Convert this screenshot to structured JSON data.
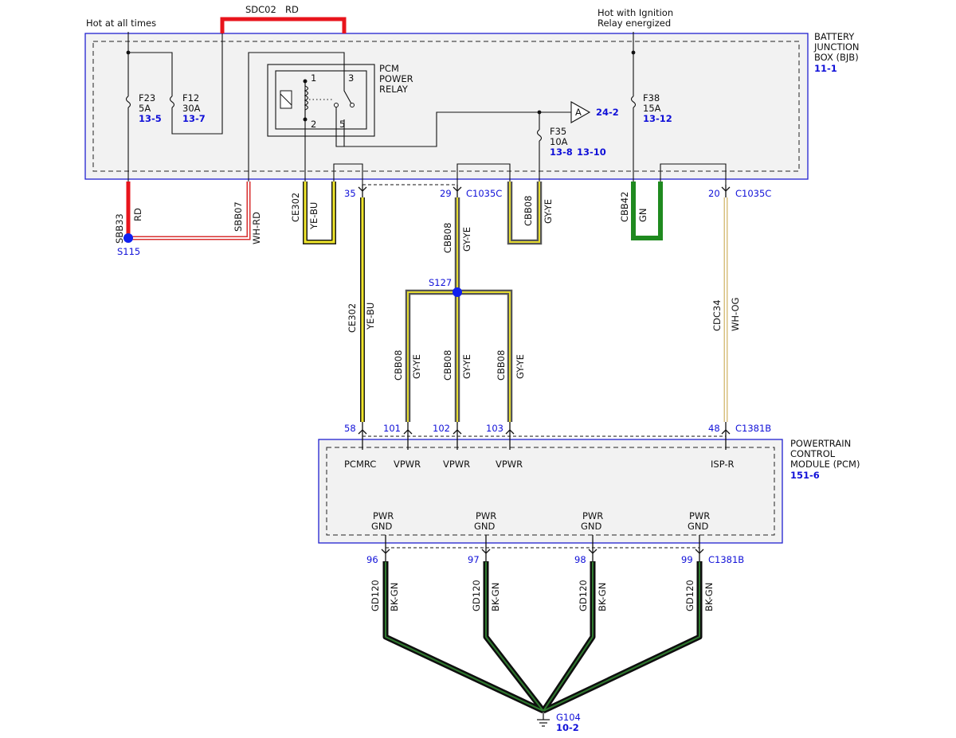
{
  "notes": {
    "hot_at_all_times": "Hot at all times",
    "hot_ignition_line1": "Hot with Ignition",
    "hot_ignition_line2": "Relay energized",
    "top_circuit": "SDC02",
    "top_circuit_color": "RD"
  },
  "bjb": {
    "title_lines": [
      "BATTERY",
      "JUNCTION",
      "BOX (BJB)"
    ],
    "ref": "11-1",
    "fuses": [
      {
        "name": "F23",
        "rating": "5A",
        "refs": [
          "13-5"
        ]
      },
      {
        "name": "F12",
        "rating": "30A",
        "refs": [
          "13-7"
        ]
      },
      {
        "name": "F38",
        "rating": "15A",
        "refs": [
          "13-12"
        ]
      },
      {
        "name": "F35",
        "rating": "10A",
        "refs": [
          "13-8",
          "13-10"
        ]
      }
    ],
    "relay": {
      "title_lines": [
        "PCM",
        "POWER",
        "RELAY"
      ],
      "pins": [
        "1",
        "2",
        "3",
        "5"
      ]
    },
    "offpage": {
      "label": "A",
      "ref": "24-2"
    }
  },
  "pcm": {
    "title_lines": [
      "POWERTRAIN",
      "CONTROL",
      "MODULE (PCM)"
    ],
    "ref": "151-6",
    "signals": [
      "PCMRC",
      "VPWR",
      "VPWR",
      "VPWR",
      "ISP-R"
    ],
    "gnd_line1": "PWR",
    "gnd_line2": "GND"
  },
  "connectors": {
    "bjb_pins": [
      "35",
      "29",
      "20"
    ],
    "bjb_c1": "C1035C",
    "bjb_c2": "C1035C",
    "pcm_pins": [
      "58",
      "101",
      "102",
      "103",
      "48"
    ],
    "pcm_c": "C1381B",
    "gnd_pins": [
      "96",
      "97",
      "98",
      "99"
    ],
    "gnd_c": "C1381B"
  },
  "splices": {
    "s115": "S115",
    "s127": "S127"
  },
  "ground": {
    "name": "G104",
    "ref": "10-2"
  },
  "wires": [
    {
      "circuit": "SBB33",
      "color": "RD"
    },
    {
      "circuit": "SBB07",
      "color": "WH-RD"
    },
    {
      "circuit": "CE302",
      "color": "YE-BU"
    },
    {
      "circuit": "CBB08",
      "color": "GY-YE"
    },
    {
      "circuit": "CBB42",
      "color": "GN"
    },
    {
      "circuit": "CE302",
      "color": "YE-BU"
    },
    {
      "circuit": "CBB08",
      "color": "GY-YE"
    },
    {
      "circuit": "CBB08",
      "color": "GY-YE"
    },
    {
      "circuit": "CBB08",
      "color": "GY-YE"
    },
    {
      "circuit": "CBB08",
      "color": "GY-YE"
    },
    {
      "circuit": "CDC34",
      "color": "WH-OG"
    },
    {
      "circuit": "GD120",
      "color": "BK-GN"
    },
    {
      "circuit": "GD120",
      "color": "BK-GN"
    },
    {
      "circuit": "GD120",
      "color": "BK-GN"
    },
    {
      "circuit": "GD120",
      "color": "BK-GN"
    }
  ],
  "colors": {
    "component_border": "#2020d0",
    "box_fill": "#f2f2f2",
    "red": "#e8141c",
    "yellow": "#f0e62a",
    "gray_ye": "#8a8a8a",
    "green": "#1f8a1f",
    "bk_gn": "#16301a",
    "splice": "#1020f0"
  }
}
